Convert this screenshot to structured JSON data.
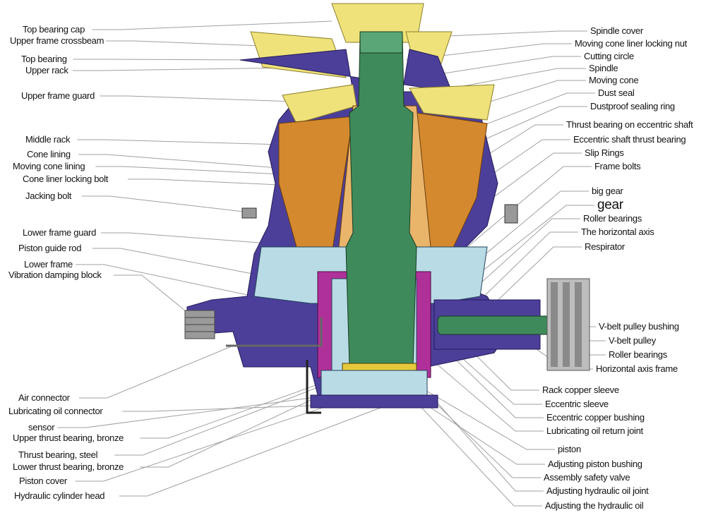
{
  "title": "Cone crusher structure diagram",
  "colors": {
    "frame": "#4b3f9a",
    "hopper": "#efe27a",
    "lining": "#d4892e",
    "spindle": "#3f8a5a",
    "oil": "#b9dbe6",
    "bushing": "#b0309a",
    "leader": "#9a9a9a"
  },
  "labels_left": [
    "Top bearing cap",
    "Upper frame crossbeam",
    "Top bearing",
    "Upper rack",
    "Upper frame guard",
    "Middle rack",
    "Cone lining",
    "Moving cone lining",
    "Cone liner locking bolt",
    "Jacking bolt",
    "Lower frame guard",
    "Piston guide rod",
    "Lower frame",
    "Vibration damping block",
    "Air connector",
    "Lubricating oil connector",
    "sensor",
    "Upper thrust bearing, bronze",
    "Thrust bearing, steel",
    "Lower thrust bearing, bronze",
    "Piston cover",
    "Hydraulic cylinder head"
  ],
  "labels_right": [
    "Spindle cover",
    "Moving cone liner locking nut",
    "Cutting circle",
    "Spindle",
    "Moving cone",
    "Dust seal",
    "Dustproof sealing ring",
    "Thrust bearing on eccentric shaft",
    "Eccentric shaft thrust bearing",
    "Slip Rings",
    "Frame bolts",
    "big gear",
    "gear",
    "Roller bearings",
    "The horizontal axis",
    "Respirator",
    "V-belt pulley bushing",
    "V-belt pulley",
    "Roller bearings",
    "Horizontal axis frame",
    "Rack copper sleeve",
    "Eccentric sleeve",
    "Eccentric copper bushing",
    "Lubricating oil return joint",
    "piston",
    "Adjusting piston bushing",
    "Assembly safety valve",
    "Adjusting hydraulic oil joint",
    "Adjusting the hydraulic oil"
  ]
}
